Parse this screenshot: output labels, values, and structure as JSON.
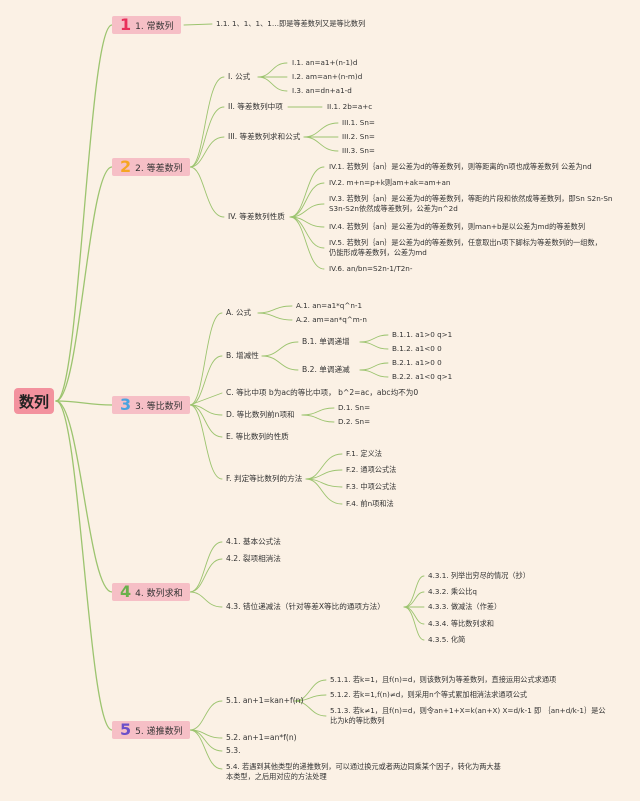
{
  "root": "数列",
  "colors": {
    "b1": "#e8305a",
    "b2": "#f5a623",
    "b3": "#4aa3df",
    "b4": "#6ab04c",
    "b5": "#6c4fc9",
    "link": "#9cc46f"
  },
  "b1": {
    "badge": "1",
    "label": "1. 常数列",
    "c1": "1.1. 1、1、1、1…即是等差数列又是等比数列"
  },
  "b2": {
    "badge": "2",
    "label": "2. 等差数列",
    "i": {
      "label": "I. 公式",
      "c1": "I.1. an=a1+(n-1)d",
      "c2": "I.2. am=an+(n-m)d",
      "c3": "I.3. an=dn+a1-d"
    },
    "ii": {
      "label": "II. 等差数列中项",
      "c1": "II.1. 2b=a+c"
    },
    "iii": {
      "label": "III. 等差数列求和公式",
      "c1": "III.1. Sn=",
      "c2": "III.2. Sn=",
      "c3": "III.3. Sn="
    },
    "iv": {
      "label": "IV. 等差数列性质",
      "c1": "IV.1. 若数列｛an｝是公差为d的等差数列，则等距离的n项也成等差数列 公差为nd",
      "c2": "IV.2. m+n=p+k则am+ak=am+an",
      "c3": "IV.3. 若数列｛an｝是公差为d的等差数列，等距的片段和依然成等差数列，即Sn S2n-Sn S3n-S2n依然成等差数列，公差为n^2d",
      "c4": "IV.4. 若数列｛an｝是公差为d的等差数列，则man+b是以公差为md的等差数列",
      "c5": "IV.5. 若数列｛an｝是公差为d的等差数列，任意取出n项下脚标为等差数列的一组数，仍能形成等差数列，公差为md",
      "c6": "IV.6. an/bn=S2n-1/T2n-"
    }
  },
  "b3": {
    "badge": "3",
    "label": "3. 等比数列",
    "a": {
      "label": "A. 公式",
      "c1": "A.1. an=a1*q^n-1",
      "c2": "A.2. am=an*q^m-n"
    },
    "b": {
      "label": "B. 增减性",
      "b1": {
        "label": "B.1. 单调递增",
        "c1": "B.1.1. a1>0 q>1",
        "c2": "B.1.2. a1<0 0"
      },
      "b2": {
        "label": "B.2. 单调递减",
        "c1": "B.2.1. a1>0 0",
        "c2": "B.2.2. a1<0 q>1"
      }
    },
    "c": "C. 等比中项 b为ac的等比中项， b^2=ac，abc均不为0",
    "d": {
      "label": "D. 等比数列前n项和",
      "c1": "D.1. Sn=",
      "c2": "D.2. Sn="
    },
    "e": "E. 等比数列的性质",
    "f": {
      "label": "F. 判定等比数列的方法",
      "c1": "F.1. 定义法",
      "c2": "F.2. 通项公式法",
      "c3": "F.3. 中项公式法",
      "c4": "F.4. 前n项和法"
    }
  },
  "b4": {
    "badge": "4",
    "label": "4. 数列求和",
    "c1": "4.1. 基本公式法",
    "c2": "4.2. 裂项相消法",
    "c3": {
      "label": "4.3. 错位递减法（针对等差X等比的通项方法）",
      "s1": "4.3.1. 列举出穷尽的情况（抄）",
      "s2": "4.3.2. 乘公比q",
      "s3": "4.3.3. 做减法（作差）",
      "s4": "4.3.4. 等比数列求和",
      "s5": "4.3.5. 化简"
    }
  },
  "b5": {
    "badge": "5",
    "label": "5. 递推数列",
    "c1": {
      "label": "5.1. an+1=kan+f(n)",
      "s1": "5.1.1. 若k=1，且f(n)=d，则该数列为等差数列，直接运用公式求通项",
      "s2": "5.1.2. 若k=1,f(n)≠d，则采用n个等式累加相消法求通项公式",
      "s3": "5.1.3. 若k≠1，且f(n)=d，则令an+1+X=k(an+X) X=d/k-1 即 ｛an+d/k-1｝是公比为k的等比数列"
    },
    "c2": "5.2. an+1=an*f(n)",
    "c3": "5.3.",
    "c4": "5.4. 若遇到其他类型的递推数列，可以通过换元或者两边同乘某个因子，转化为两大基本类型，之后用对应的方法处理"
  }
}
